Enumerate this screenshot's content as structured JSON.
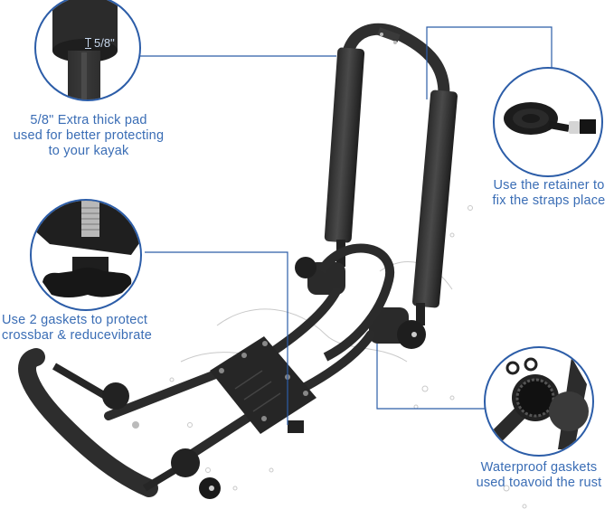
{
  "accent_color": "#3a6db5",
  "line_color": "#2c5da8",
  "product": "kayak roof rack (J-bar style, folding)",
  "callouts": [
    {
      "id": "pad",
      "dimension_label": "5/8\"",
      "lines": [
        "5/8\" Extra thick pad",
        "used for better protecting",
        "to your kayak"
      ]
    },
    {
      "id": "retainer",
      "lines": [
        "Use the retainer to",
        "fix the straps place"
      ]
    },
    {
      "id": "gaskets-crossbar",
      "lines": [
        "Use 2 gaskets to protect",
        "crossbar & reducevibrate"
      ]
    },
    {
      "id": "waterproof-gaskets",
      "lines": [
        "Waterproof gaskets",
        "used toavoid the rust"
      ]
    }
  ]
}
